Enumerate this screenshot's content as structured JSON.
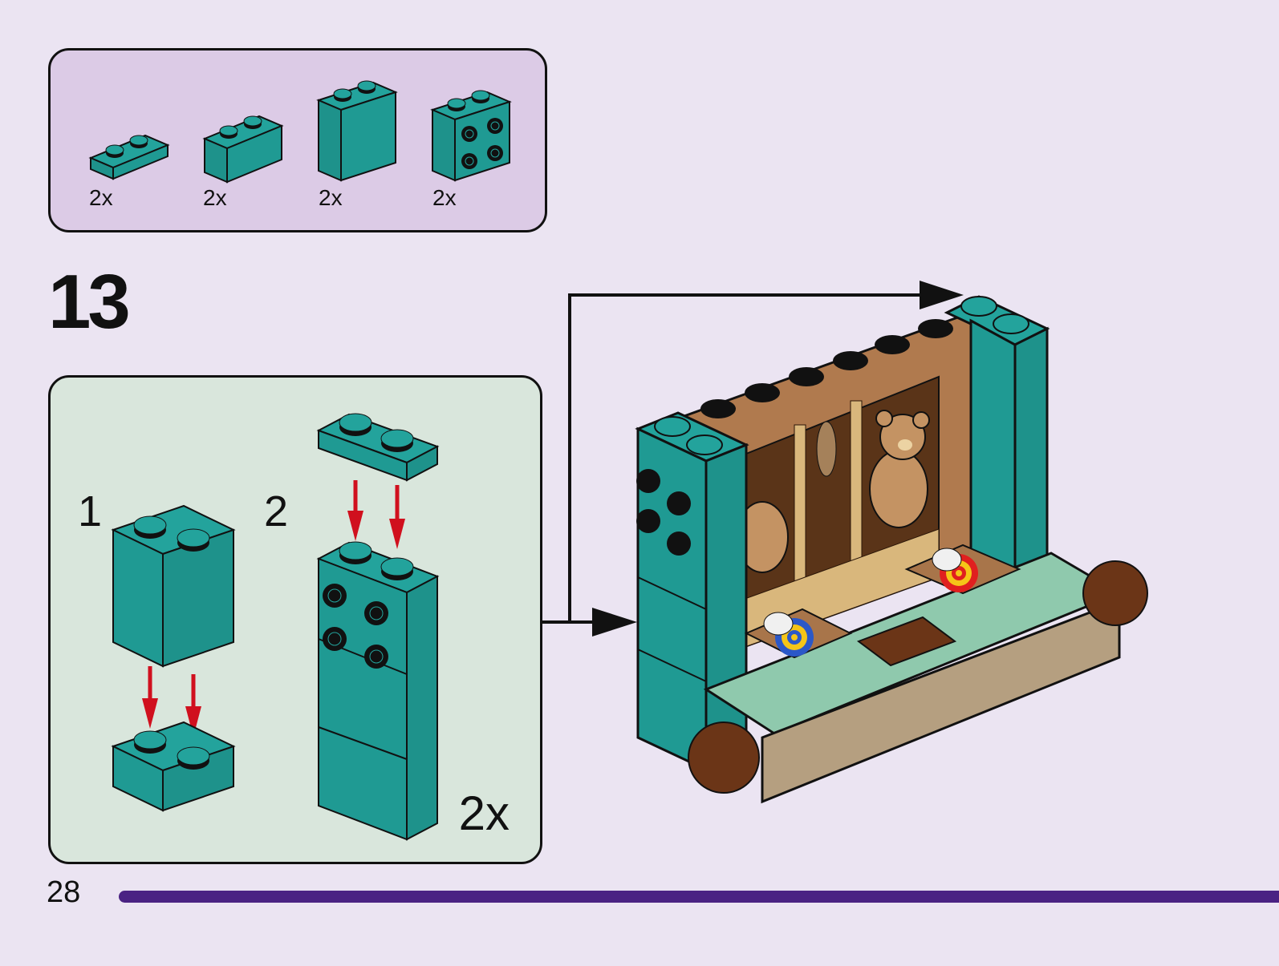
{
  "page": {
    "page_number": "28",
    "step_number": "13",
    "accent_color": "#4a2283"
  },
  "parts_list": {
    "items": [
      {
        "name": "plate 1x2 teal",
        "quantity": "2x"
      },
      {
        "name": "brick 1x2 teal",
        "quantity": "2x"
      },
      {
        "name": "brick 1x2x2 teal",
        "quantity": "2x"
      },
      {
        "name": "brick 1x2x1 with studs on side teal",
        "quantity": "2x"
      }
    ],
    "box_color": "#dccbe6"
  },
  "sub_assembly": {
    "steps": [
      {
        "label": "1"
      },
      {
        "label": "2"
      }
    ],
    "quantity": "2x",
    "box_color": "#d9e6dc"
  },
  "main_model": {
    "description": "Shooting gallery booth with teddy bear backdrop and two targets"
  }
}
